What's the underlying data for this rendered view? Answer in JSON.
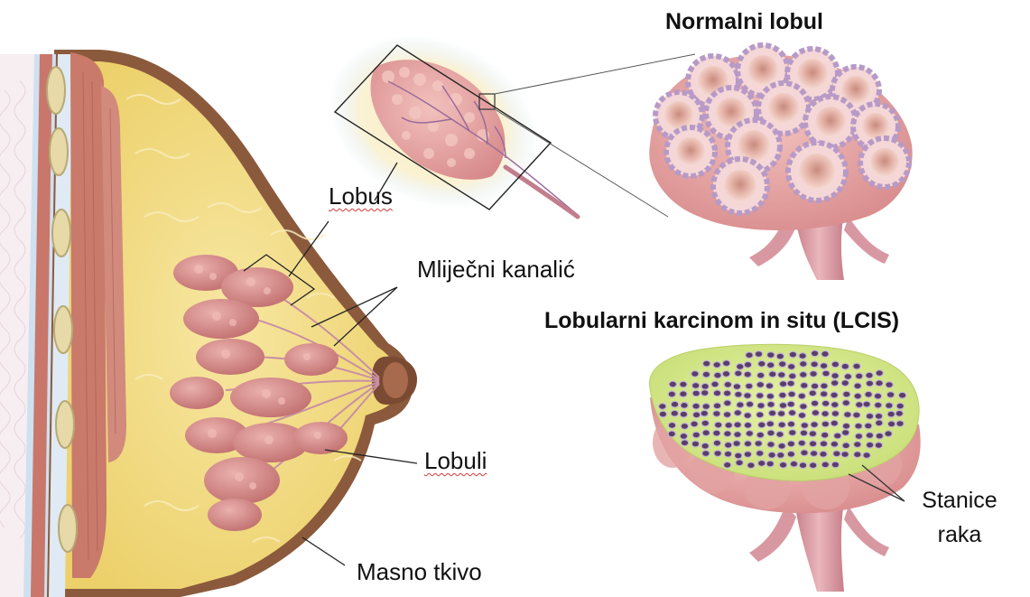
{
  "labels": {
    "normalni_lobul": "Normalni lobul",
    "lcis": "Lobularni karcinom in situ (LCIS)",
    "lobus": "Lobus",
    "mlijecni_kanalic": "Mliječni kanalić",
    "lobuli": "Lobuli",
    "masno_tkivo": "Masno tkivo",
    "stanice": "Stanice",
    "raka": "raka"
  },
  "colors": {
    "fat": "#f3dc86",
    "skin": "#8b5a3c",
    "lobule_pink": "#d98d8a",
    "lobule_dark": "#b8666a",
    "muscle": "#c9776b",
    "cell_purple": "#b79ac7",
    "cancer_bg": "#d9ec8c",
    "cancer_cell": "#5b3d6b"
  }
}
